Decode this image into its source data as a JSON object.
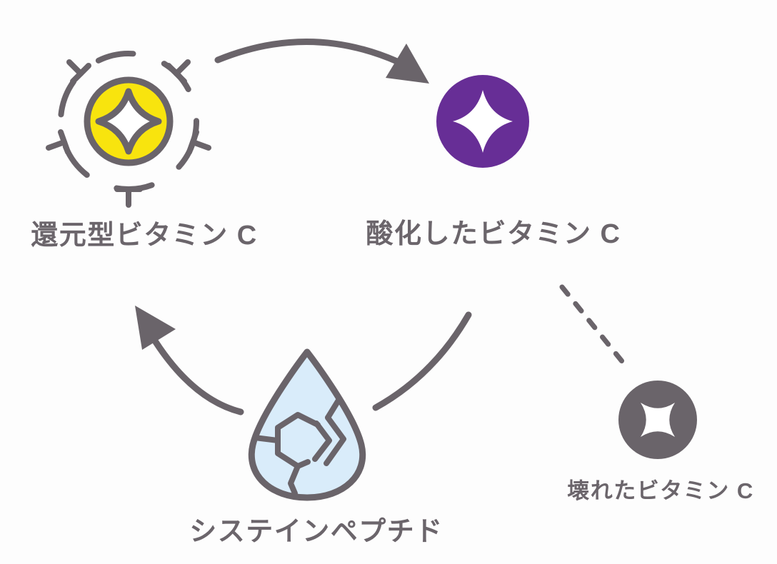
{
  "colors": {
    "gray": "#6a646a",
    "text": "#6b656b",
    "yellow": "#f8e40e",
    "purple": "#672e96",
    "blue": "#d9ecfa",
    "white": "#ffffff",
    "bg": "#fdfdfd"
  },
  "diagram": {
    "nodes": [
      {
        "id": "reduced-vitamin-c",
        "label": "還元型ビタミン C",
        "icon": "sparkle-sun-icon",
        "color": "#f8e40e"
      },
      {
        "id": "oxidized-vitamin-c",
        "label": "酸化したビタミン C",
        "icon": "sparkle-disc-icon",
        "color": "#672e96"
      },
      {
        "id": "cysteine-peptide",
        "label": "システインペプチド",
        "icon": "molecule-droplet-icon",
        "color": "#d9ecfa"
      },
      {
        "id": "broken-vitamin-c",
        "label": "壊れたビタミン C",
        "icon": "broken-star-disc-icon",
        "color": "#6a646a"
      }
    ],
    "edges": [
      {
        "from": "reduced-vitamin-c",
        "to": "oxidized-vitamin-c",
        "style": "solid-curved-arrow"
      },
      {
        "from": "oxidized-vitamin-c",
        "to": "cysteine-peptide",
        "style": "solid-curved-line"
      },
      {
        "from": "cysteine-peptide",
        "to": "reduced-vitamin-c",
        "style": "solid-curved-arrow"
      },
      {
        "from": "oxidized-vitamin-c",
        "to": "broken-vitamin-c",
        "style": "dashed-line"
      }
    ]
  }
}
